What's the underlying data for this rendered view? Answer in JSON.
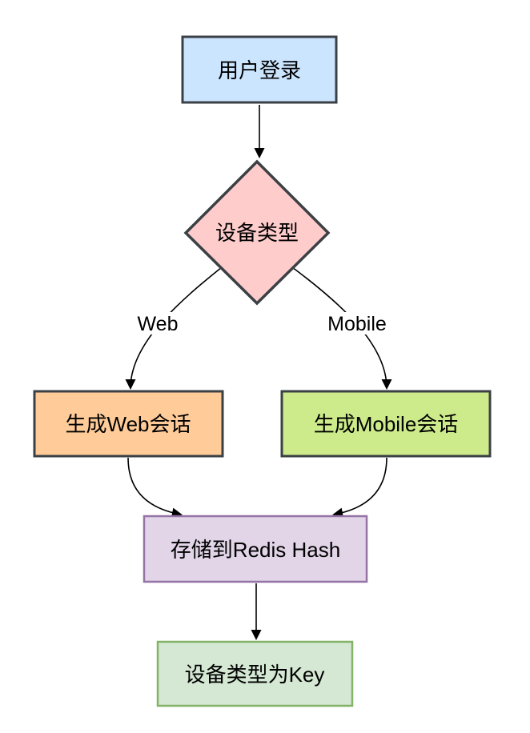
{
  "diagram": {
    "background": "#ffffff",
    "edge_color": "#000000",
    "text_color": "#000000",
    "nodes": {
      "login": {
        "label": "用户登录",
        "shape": "rect",
        "fill": "#cce5ff",
        "border": "#3b4045"
      },
      "device_type": {
        "label": "设备类型",
        "shape": "diamond",
        "fill": "#ffcccc",
        "border": "#3b4045"
      },
      "web_session": {
        "label": "生成Web会话",
        "shape": "rect",
        "fill": "#ffcc99",
        "border": "#3b4045"
      },
      "mobile_session": {
        "label": "生成Mobile会话",
        "shape": "rect",
        "fill": "#cdeb8b",
        "border": "#3b4045"
      },
      "redis_store": {
        "label": "存储到Redis Hash",
        "shape": "rect",
        "fill": "#e1d5e7",
        "border": "#9673a6"
      },
      "device_key": {
        "label": "设备类型为Key",
        "shape": "rect",
        "fill": "#d5e8d4",
        "border": "#82b366"
      }
    },
    "edge_labels": {
      "web": "Web",
      "mobile": "Mobile"
    }
  }
}
